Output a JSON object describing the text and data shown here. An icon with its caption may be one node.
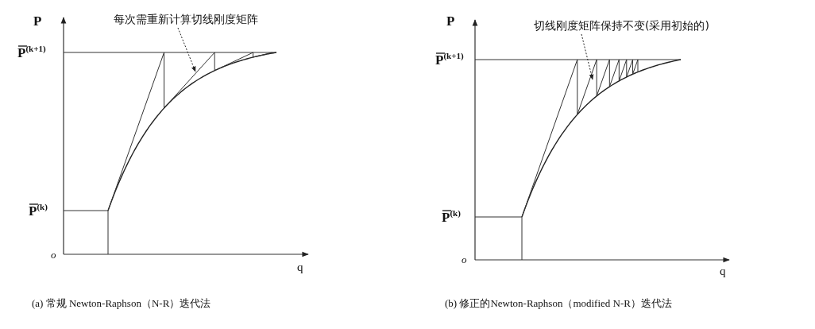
{
  "diagram": {
    "nodes": [
      {
        "text": [
          "每次需重新计算切线刚度矩阵"
        ]
      },
      {
        "text": [
          "切线刚度矩阵保持不变(采用初始的)"
        ]
      }
    ],
    "edges": [
      {
        "from": 0,
        "to": null,
        "arrow": "to"
      },
      {
        "from": 1,
        "to": null,
        "arrow": "to"
      }
    ],
    "labels": [
      "P",
      "P$^{(k+1)}$",
      "P$^{(k)}$",
      "o",
      "q",
      "P",
      "P$^{(k+1)}$",
      "P$^{(k)}$",
      "o",
      "q",
      "(a)  常规 Newton-Raphson（N-R）迭代法",
      "(b)  修正的Newton-Raphson（modified N-R）迭代法"
    ]
  }
}
